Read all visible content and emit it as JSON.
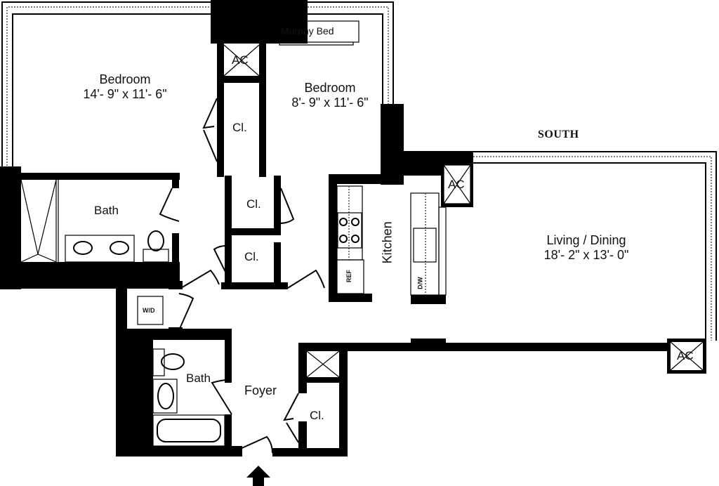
{
  "compass": {
    "label": "SOUTH"
  },
  "rooms": {
    "bedroom_master": {
      "name": "Bedroom",
      "dimensions": "14'- 9\" x 11'- 6\""
    },
    "bedroom_second": {
      "name": "Bedroom",
      "dimensions": "8'- 9\" x 11'- 6\""
    },
    "living_dining": {
      "name": "Living / Dining",
      "dimensions": "18'- 2\" x 13'- 0\""
    },
    "kitchen": {
      "name": "Kitchen"
    },
    "bath_master": {
      "name": "Bath"
    },
    "bath_hall": {
      "name": "Bath"
    },
    "foyer": {
      "name": "Foyer"
    }
  },
  "closets": [
    "Cl.",
    "Cl.",
    "Cl.",
    "Cl."
  ],
  "fixtures": {
    "murphy_bed": "Murphy Bed",
    "ac": [
      "AC",
      "AC",
      "AC"
    ],
    "refrigerator": "REF",
    "dishwasher": "D/W",
    "washer_dryer": "W/D"
  }
}
